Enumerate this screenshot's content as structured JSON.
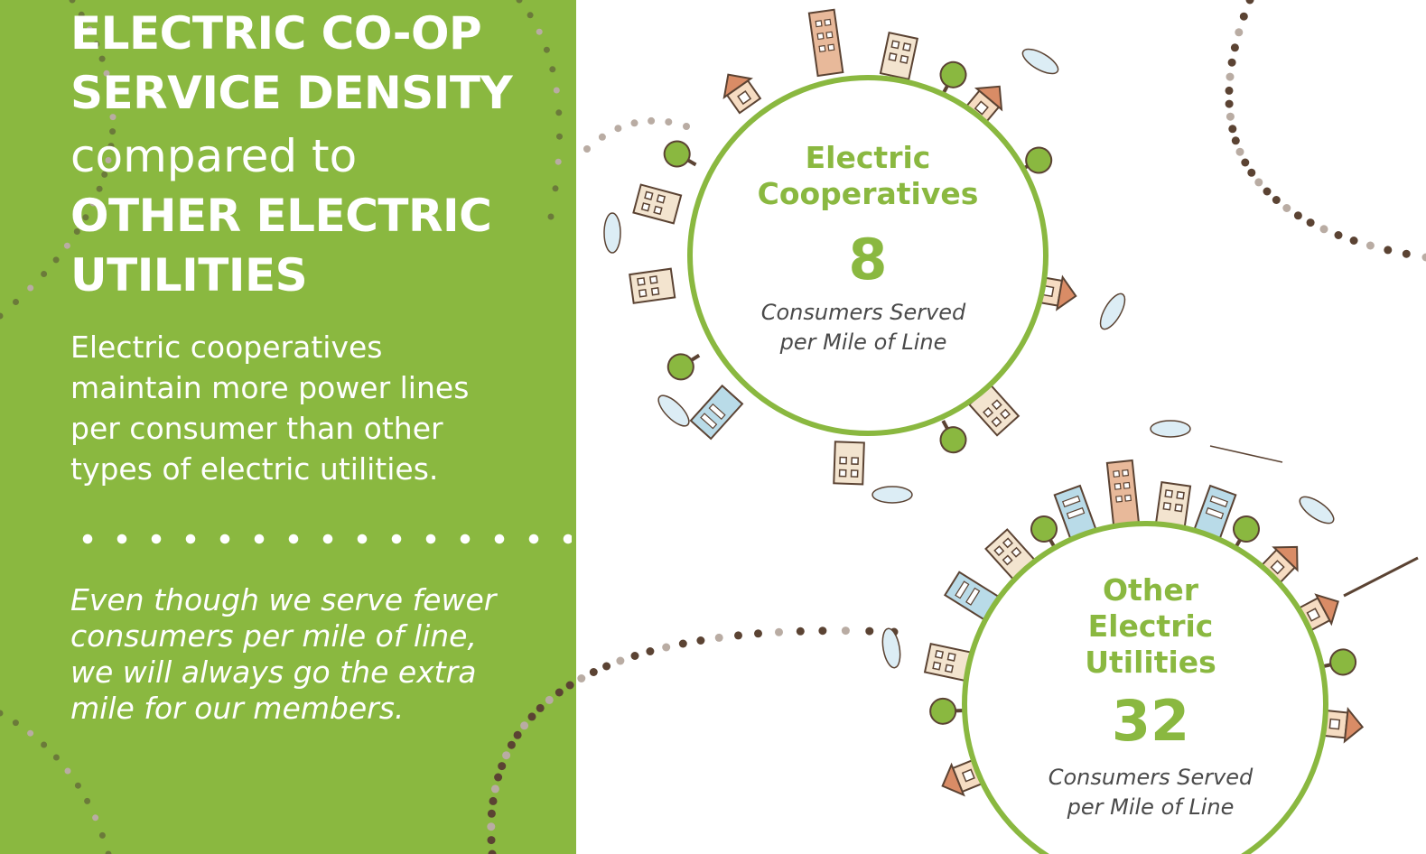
{
  "heading": {
    "line1": "ELECTRIC CO-OP",
    "line2": "SERVICE DENSITY",
    "line3": "compared to",
    "line4": "OTHER ELECTRIC",
    "line5": "UTILITIES"
  },
  "description": {
    "line1": "Electric cooperatives",
    "line2": "maintain more power lines",
    "line3": "per consumer than other",
    "line4": "types of electric utilities."
  },
  "quote": {
    "line1": "Even though we serve fewer",
    "line2": "consumers per mile of line,",
    "line3": "we will always go the extra",
    "line4": "mile for our members."
  },
  "cooperatives": {
    "title_line1": "Electric",
    "title_line2": "Cooperatives",
    "value": "8",
    "caption_line1": "Consumers Served",
    "caption_line2": "per Mile of Line"
  },
  "other_utilities": {
    "title_line1": "Other",
    "title_line2": "Electric",
    "title_line3": "Utilities",
    "value": "32",
    "caption_line1": "Consumers Served",
    "caption_line2": "per Mile of Line"
  },
  "colors": {
    "brand_green": "#8ab840",
    "text_white": "#ffffff",
    "caption_gray": "#4a4a4a",
    "dot_brown": "#5b4333"
  }
}
